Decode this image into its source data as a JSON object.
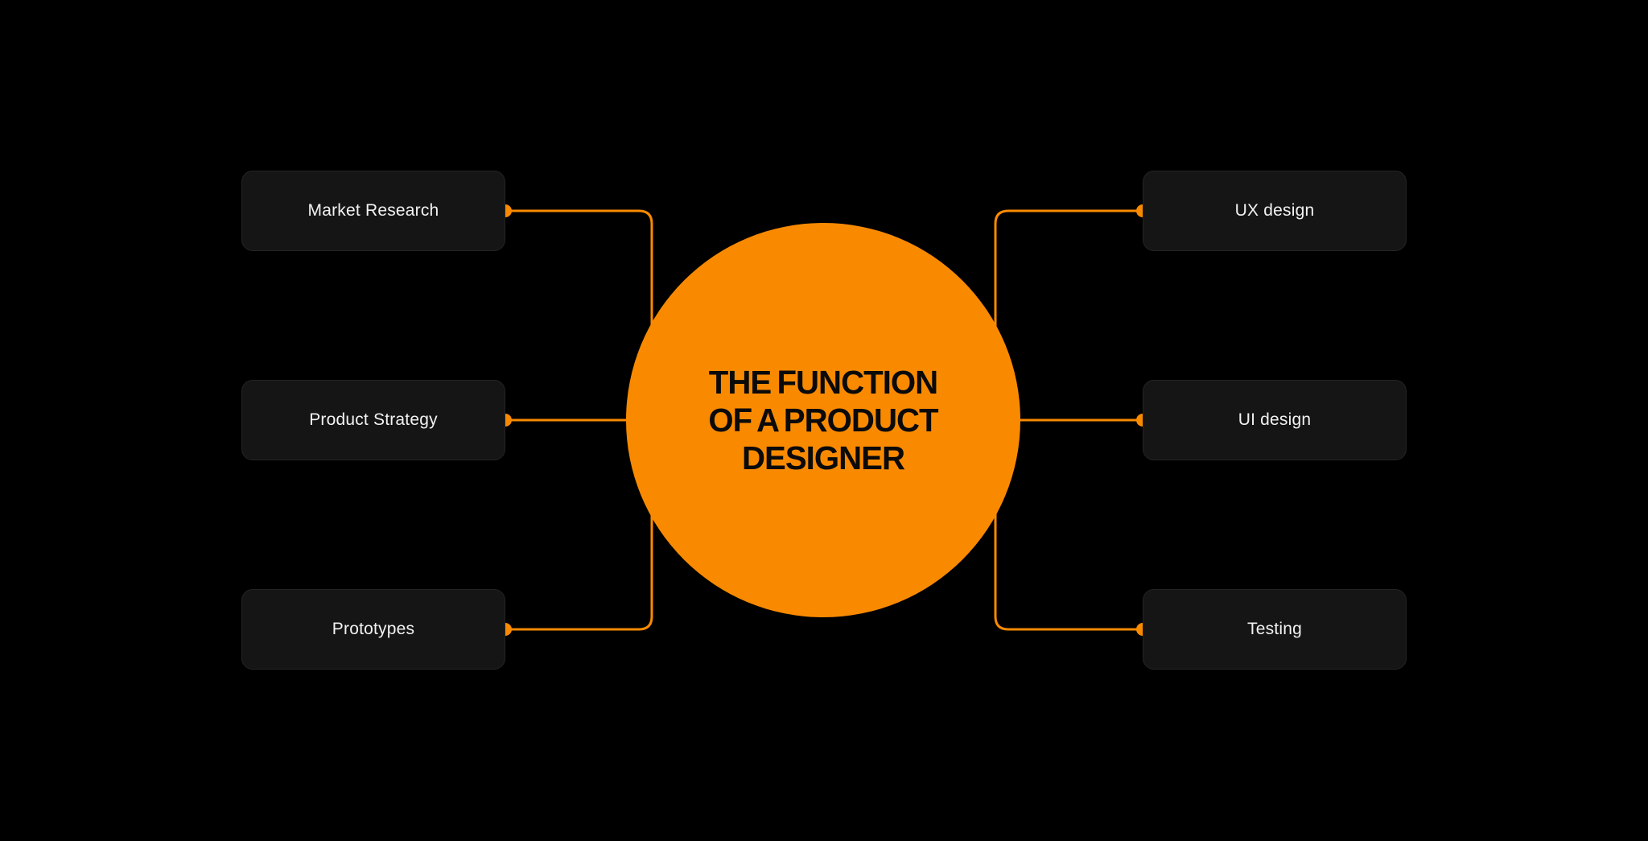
{
  "center": {
    "lines": [
      "THE FUNCTION",
      "OF A PRODUCT",
      "DESIGNER"
    ]
  },
  "left_branches": [
    {
      "label": "Market Research"
    },
    {
      "label": "Product Strategy"
    },
    {
      "label": "Prototypes"
    }
  ],
  "right_branches": [
    {
      "label": "UX design"
    },
    {
      "label": "UI design"
    },
    {
      "label": "Testing"
    }
  ],
  "colors": {
    "background": "#000000",
    "accent": "#F98A00",
    "node_fill": "#151515",
    "node_border": "#242424",
    "node_text": "#F2F2F2",
    "center_text": "#0A0A0A"
  }
}
